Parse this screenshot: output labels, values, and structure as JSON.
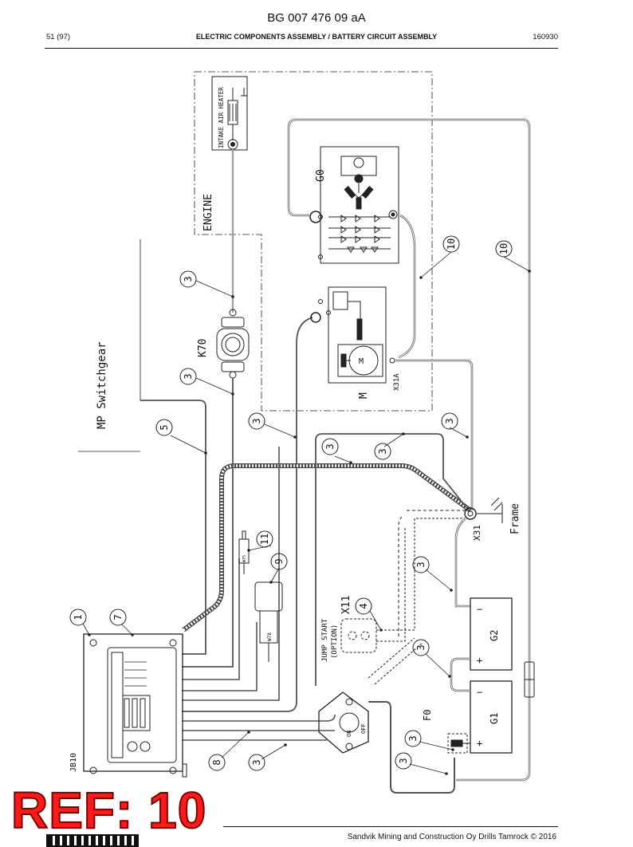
{
  "header": {
    "doc_id": "BG 007 476 09 aA",
    "page": "51 (97)",
    "title": "ELECTRIC COMPONENTS ASSEMBLY / BATTERY CIRCUIT ASSEMBLY",
    "date_code": "160930"
  },
  "labels": {
    "intake_air_heater": "INTAKE AIR HEATER",
    "engine": "ENGINE",
    "g0": "G0",
    "k70": "K70",
    "m": "M",
    "x31a": "X31A",
    "mp_switchgear": "MP Switchgear",
    "frame": "Frame",
    "x31": "X31",
    "jump_start": "JUMP START",
    "option": "(OPTION)",
    "x11": "X11",
    "g2": "G2",
    "g1": "G1",
    "f0": "F0",
    "jb10": "JB10",
    "m_symbol": "M",
    "plus": "+",
    "minus": "−",
    "on": "ON",
    "off": "OFF",
    "w75": "W75",
    "w78": "W78"
  },
  "callouts": {
    "c3_heater": "3",
    "c3_k70": "3",
    "c10_alt": "10",
    "c10_frame": "10",
    "c5": "5",
    "c3_mid": "3",
    "c3_harness": "3",
    "c3_loop": "3",
    "c3_right": "3",
    "c11": "11",
    "c9": "9",
    "c1": "1",
    "c7": "7",
    "c4": "4",
    "c3_g2": "3",
    "c3_g1": "3",
    "c3_f0a": "3",
    "c3_f0b": "3",
    "c8": "8",
    "c3_bottom": "3"
  },
  "stamp": "REF: 10",
  "footer": "Sandvik Mining and Construction Oy Drills Tamrock © 2016"
}
